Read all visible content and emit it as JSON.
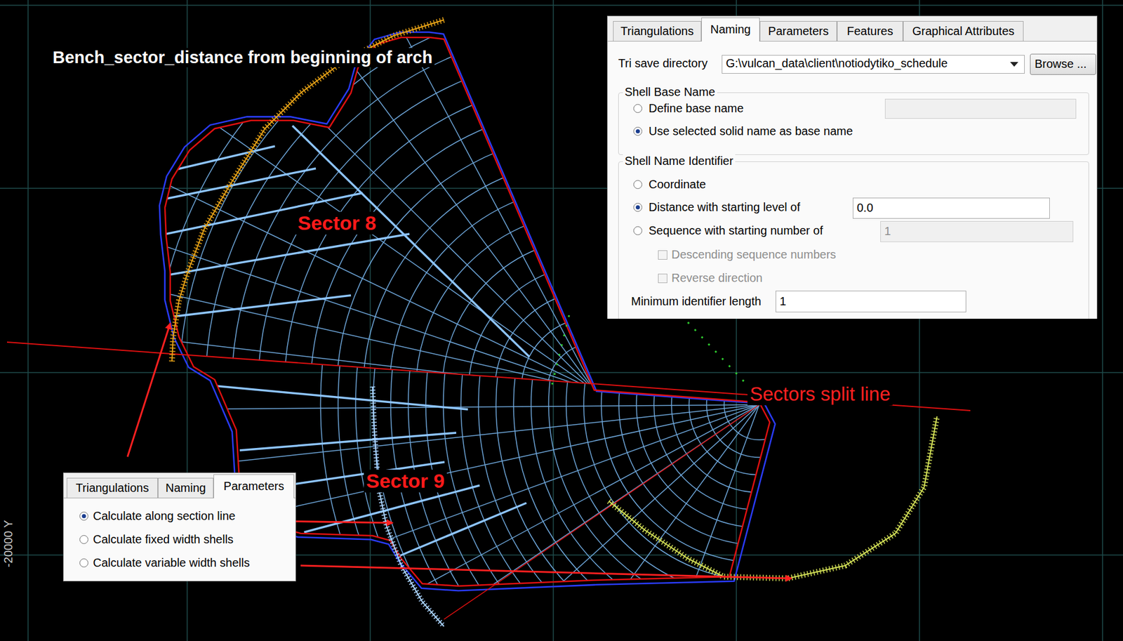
{
  "diagram": {
    "title": "Bench_sector_distance from beginning of arch",
    "labels": [
      "Sector 8",
      "Sector 9",
      "Sectors split line",
      "Triangulations",
      "Naming",
      "Parameters",
      "Features",
      "Graphical Attributes",
      "Tri save directory",
      "G:\\vulcan_data\\client\\notiodytiko_schedule",
      "Browse ...",
      "Shell Base Name",
      "Define base name",
      "Use selected solid name as base name",
      "Shell Name Identifier",
      "Coordinate",
      "Distance with starting level of",
      "0.0",
      "Sequence with starting number of",
      "1",
      "Descending sequence numbers",
      "Reverse direction",
      "Minimum identifier length",
      "1",
      "Triangulations",
      "Naming",
      "Parameters",
      "Calculate along section line",
      "Calculate fixed width shells",
      "Calculate variable width shells",
      "-20000 Y"
    ]
  }
}
